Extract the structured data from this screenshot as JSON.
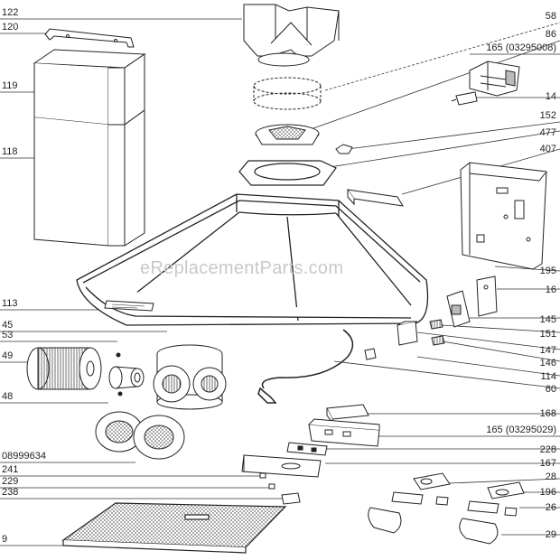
{
  "watermark": "eReplacementParts.com",
  "labels": {
    "p122": "122",
    "p120": "120",
    "p119": "119",
    "p118": "118",
    "p113": "113",
    "p45": "45",
    "p53": "53",
    "p49": "49",
    "p48": "48",
    "p08999634": "08999634",
    "p241": "241",
    "p229": "229",
    "p238": "238",
    "p9": "9",
    "p58": "58",
    "p86": "86",
    "p165a": "165 (03295008)",
    "p14": "14",
    "p152": "152",
    "p477": "477",
    "p407": "407",
    "p195": "195",
    "p16": "16",
    "p145": "145",
    "p151": "151",
    "p147": "147",
    "p146": "146",
    "p114": "114",
    "p60": "60",
    "p168": "168",
    "p165b": "165 (03295029)",
    "p228": "228",
    "p167": "167",
    "p28": "28",
    "p196": "196",
    "p26": "26",
    "p29": "29"
  }
}
